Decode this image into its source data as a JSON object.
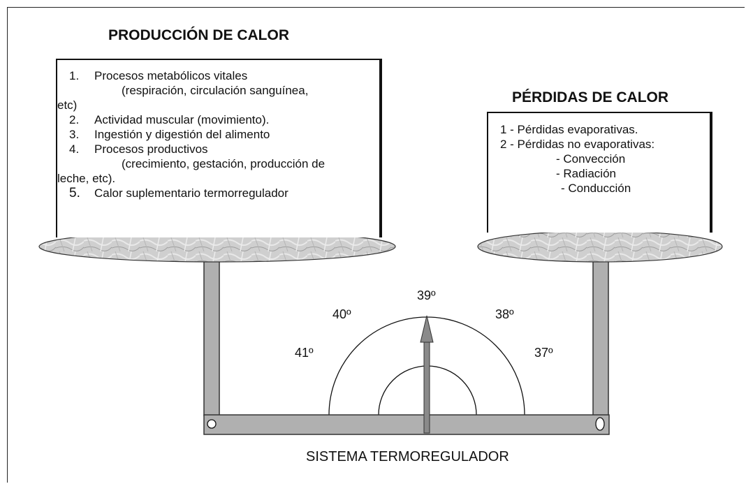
{
  "production": {
    "title": "PRODUCCIÓN DE CALOR",
    "items": [
      {
        "n": "1.",
        "text": "Procesos metabólicos vitales"
      },
      {
        "indent": "(respiración,   circulación   sanguínea,"
      },
      {
        "wrap": "etc)"
      },
      {
        "n": "2.",
        "text": "Actividad muscular (movimiento)."
      },
      {
        "n": "3.",
        "text": "Ingestión y digestión del alimento"
      },
      {
        "n": "4.",
        "text": "Procesos productivos"
      },
      {
        "indent": "(crecimiento, gestación, producción de"
      },
      {
        "wrap": "leche, etc)."
      },
      {
        "n": "5.",
        "text": "Calor suplementario termorregulador"
      }
    ]
  },
  "losses": {
    "title": "PÉRDIDAS DE CALOR",
    "line1": "1 - Pérdidas evaporativas.",
    "line2": "2 - Pérdidas no evaporativas:",
    "line3": "- Convección",
    "line4": "- Radiación",
    "line5": "- Conducción"
  },
  "dial": {
    "d41": "41º",
    "d40": "40º",
    "d39": "39º",
    "d38": "38º",
    "d37": "37º"
  },
  "caption": "SISTEMA TERMOREGULADOR",
  "colors": {
    "ink": "#111111",
    "arrow": "#8a8a8a",
    "post": "#b0b0b0",
    "marble": "#c9c9c9"
  }
}
